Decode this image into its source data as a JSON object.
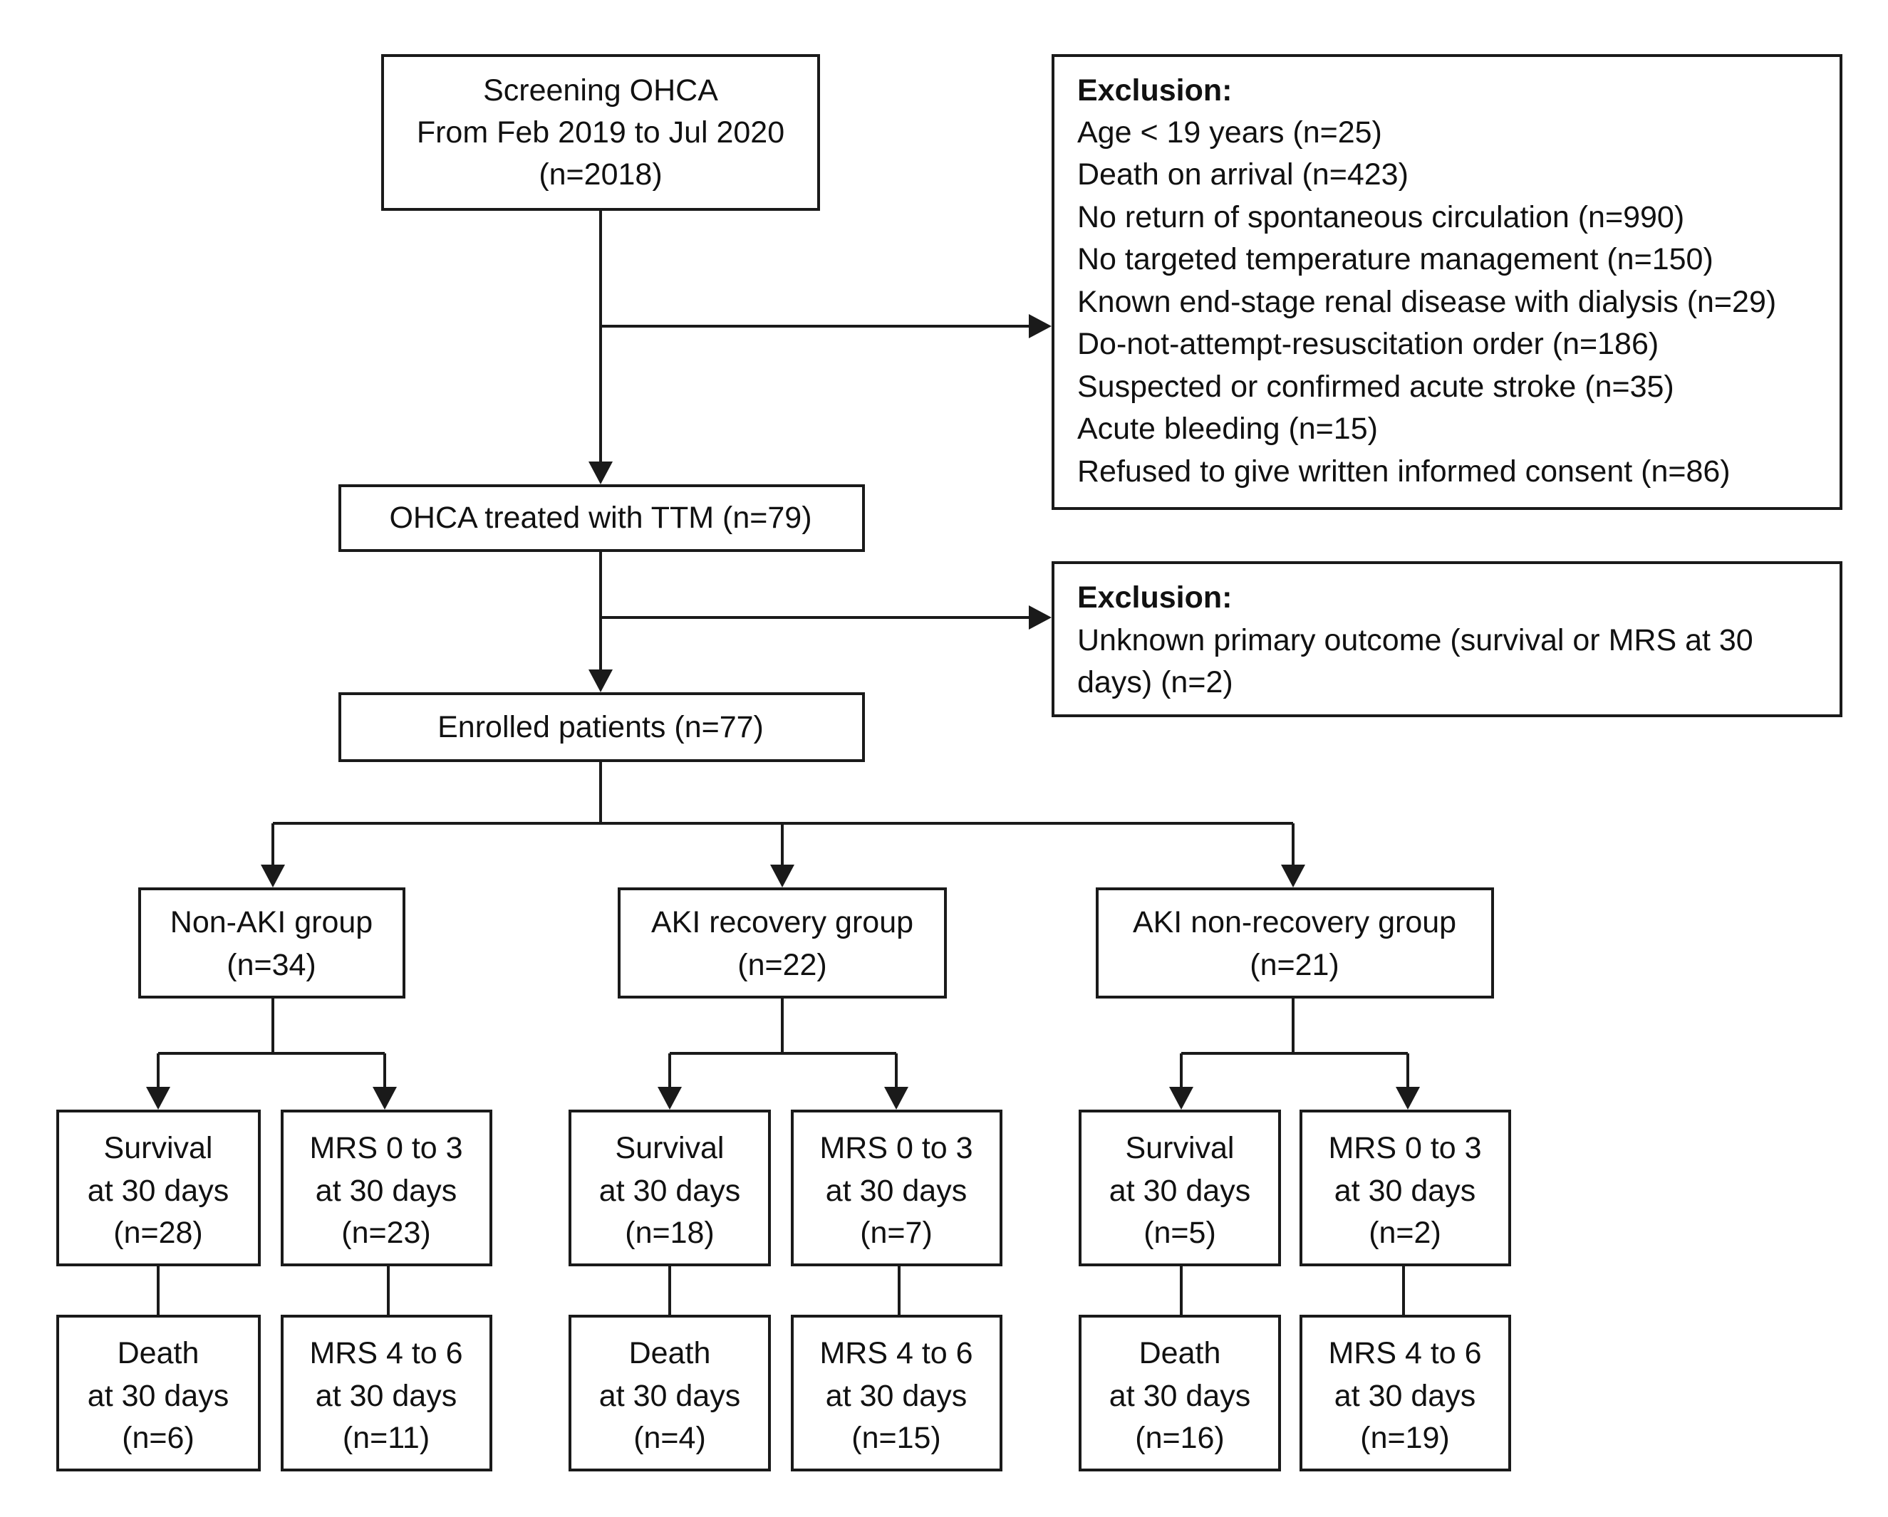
{
  "screening": {
    "line1": "Screening OHCA",
    "line2": "From Feb 2019 to Jul 2020",
    "line3": "(n=2018)"
  },
  "exclusion1": {
    "title": "Exclusion:",
    "items": [
      "Age < 19 years (n=25)",
      "Death on arrival (n=423)",
      "No return of spontaneous circulation (n=990)",
      "No targeted temperature management (n=150)",
      "Known end-stage renal disease with dialysis (n=29)",
      "Do-not-attempt-resuscitation order (n=186)",
      "Suspected or confirmed acute stroke (n=35)",
      "Acute bleeding (n=15)",
      "Refused to give written informed consent (n=86)"
    ]
  },
  "ttm": {
    "label": "OHCA treated with TTM (n=79)"
  },
  "exclusion2": {
    "title": "Exclusion:",
    "line1": "Unknown primary outcome (survival or MRS at 30",
    "line2": "days) (n=2)"
  },
  "enrolled": {
    "label": "Enrolled patients (n=77)"
  },
  "groups": [
    {
      "name": "Non-AKI group",
      "n": "(n=34)",
      "survival": [
        "Survival",
        "at 30 days",
        "(n=28)"
      ],
      "mrs_good": [
        "MRS 0 to 3",
        "at 30 days",
        "(n=23)"
      ],
      "death": [
        "Death",
        "at 30 days",
        "(n=6)"
      ],
      "mrs_poor": [
        "MRS 4 to 6",
        "at 30 days",
        "(n=11)"
      ]
    },
    {
      "name": "AKI recovery group",
      "n": "(n=22)",
      "survival": [
        "Survival",
        "at 30 days",
        "(n=18)"
      ],
      "mrs_good": [
        "MRS 0 to 3",
        "at 30 days",
        "(n=7)"
      ],
      "death": [
        "Death",
        "at 30 days",
        "(n=4)"
      ],
      "mrs_poor": [
        "MRS 4 to 6",
        "at 30 days",
        "(n=15)"
      ]
    },
    {
      "name": "AKI non-recovery group",
      "n": "(n=21)",
      "survival": [
        "Survival",
        "at 30 days",
        "(n=5)"
      ],
      "mrs_good": [
        "MRS 0 to 3",
        "at 30 days",
        "(n=2)"
      ],
      "death": [
        "Death",
        "at 30 days",
        "(n=16)"
      ],
      "mrs_poor": [
        "MRS 4 to 6",
        "at 30 days",
        "(n=19)"
      ]
    }
  ]
}
